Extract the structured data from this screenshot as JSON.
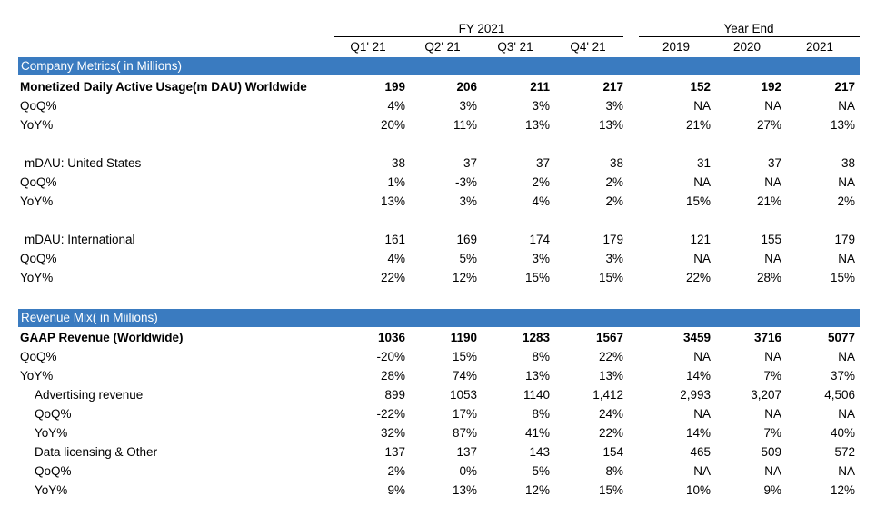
{
  "groups": {
    "fy": "FY 2021",
    "ye": "Year End"
  },
  "columns": [
    "Q1' 21",
    "Q2' 21",
    "Q3' 21",
    "Q4' 21",
    "2019",
    "2020",
    "2021"
  ],
  "sections": {
    "company": "Company Metrics( in Millions)",
    "revenue": "Revenue Mix( in Miilions)"
  },
  "rows": [
    {
      "label": "Monetized Daily Active Usage(m DAU) Worldwide",
      "values": [
        "199",
        "206",
        "211",
        "217",
        "152",
        "192",
        "217"
      ]
    },
    {
      "label": "QoQ%",
      "values": [
        "4%",
        "3%",
        "3%",
        "3%",
        "NA",
        "NA",
        "NA"
      ]
    },
    {
      "label": "YoY%",
      "values": [
        "20%",
        "11%",
        "13%",
        "13%",
        "21%",
        "27%",
        "13%"
      ]
    },
    {
      "label": "mDAU: United States",
      "values": [
        "38",
        "37",
        "37",
        "38",
        "31",
        "37",
        "38"
      ]
    },
    {
      "label": "QoQ%",
      "values": [
        "1%",
        "-3%",
        "2%",
        "2%",
        "NA",
        "NA",
        "NA"
      ]
    },
    {
      "label": "YoY%",
      "values": [
        "13%",
        "3%",
        "4%",
        "2%",
        "15%",
        "21%",
        "2%"
      ]
    },
    {
      "label": "mDAU: International",
      "values": [
        "161",
        "169",
        "174",
        "179",
        "121",
        "155",
        "179"
      ]
    },
    {
      "label": "QoQ%",
      "values": [
        "4%",
        "5%",
        "3%",
        "3%",
        "NA",
        "NA",
        "NA"
      ]
    },
    {
      "label": "YoY%",
      "values": [
        "22%",
        "12%",
        "15%",
        "15%",
        "22%",
        "28%",
        "15%"
      ]
    },
    {
      "label": "GAAP Revenue (Worldwide)",
      "values": [
        "1036",
        "1190",
        "1283",
        "1567",
        "3459",
        "3716",
        "5077"
      ]
    },
    {
      "label": "QoQ%",
      "values": [
        "-20%",
        "15%",
        "8%",
        "22%",
        "NA",
        "NA",
        "NA"
      ]
    },
    {
      "label": "YoY%",
      "values": [
        "28%",
        "74%",
        "13%",
        "13%",
        "14%",
        "7%",
        "37%"
      ]
    },
    {
      "label": "Advertising revenue",
      "values": [
        "899",
        "1053",
        "1140",
        "1,412",
        "2,993",
        "3,207",
        "4,506"
      ]
    },
    {
      "label": "QoQ%",
      "values": [
        "-22%",
        "17%",
        "8%",
        "24%",
        "NA",
        "NA",
        "NA"
      ]
    },
    {
      "label": "YoY%",
      "values": [
        "32%",
        "87%",
        "41%",
        "22%",
        "14%",
        "7%",
        "40%"
      ]
    },
    {
      "label": "Data licensing & Other",
      "values": [
        "137",
        "137",
        "143",
        "154",
        "465",
        "509",
        "572"
      ]
    },
    {
      "label": "QoQ%",
      "values": [
        "2%",
        "0%",
        "5%",
        "8%",
        "NA",
        "NA",
        "NA"
      ]
    },
    {
      "label": "YoY%",
      "values": [
        "9%",
        "13%",
        "12%",
        "15%",
        "10%",
        "9%",
        "12%"
      ]
    }
  ]
}
